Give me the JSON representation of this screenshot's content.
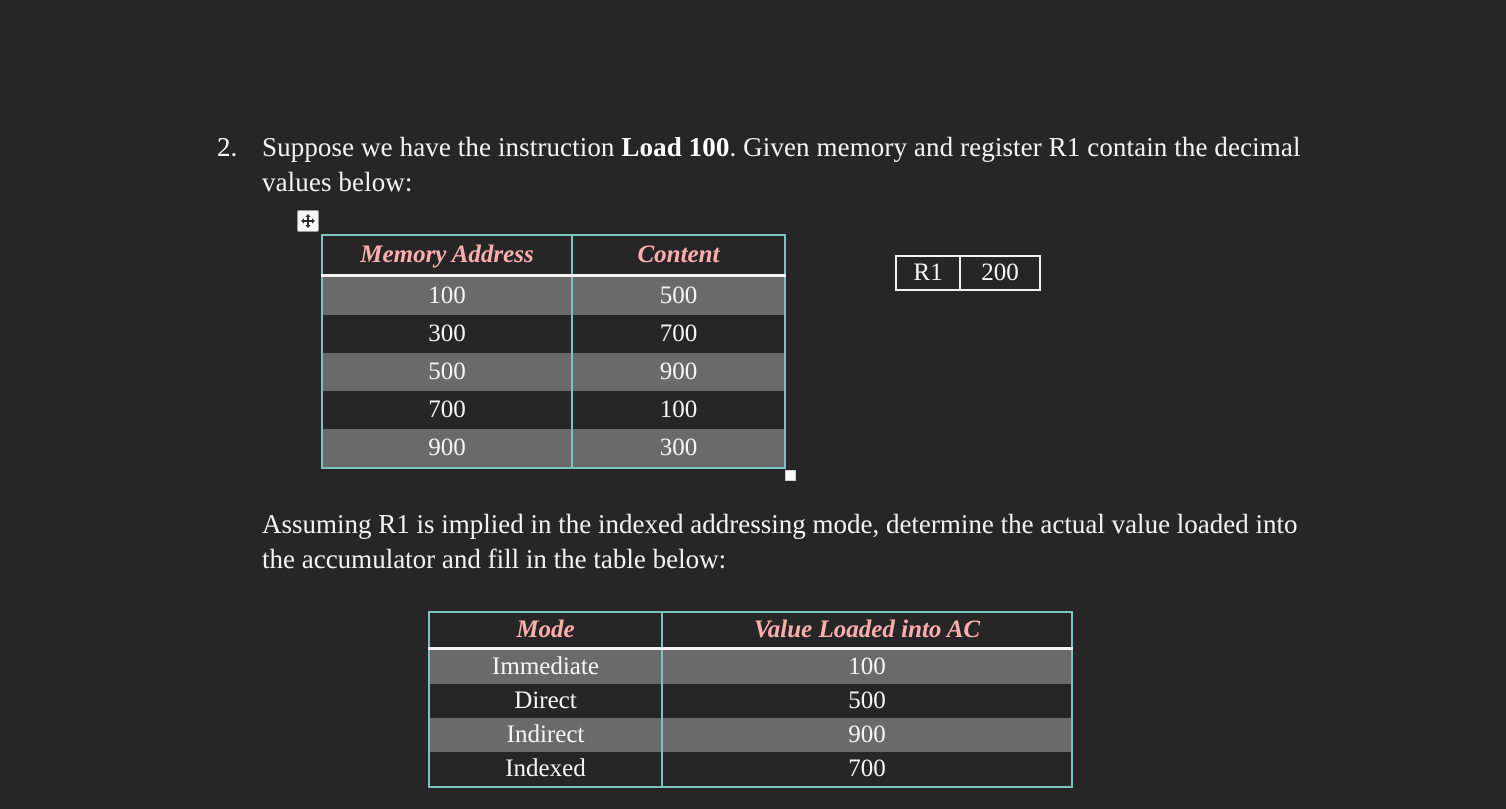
{
  "page": {
    "background_color": "#262626",
    "text_color": "#f2f2f2"
  },
  "question": {
    "number": "2.",
    "text_before_bold": "Suppose we have the instruction ",
    "bold_phrase": "Load 100",
    "text_after_bold": ". Given memory and register R1 contain the decimal values below:"
  },
  "paragraph2": {
    "text": "Assuming R1 is implied in the indexed addressing mode, determine the actual value loaded into the accumulator and fill in the table below:"
  },
  "memory_table": {
    "name": "Memory table",
    "border_color": "#79c4c0",
    "header_color": "#ffaeae",
    "stripe_colors": [
      "#6a6a6a",
      "#262626"
    ],
    "headers": [
      "Memory Address",
      "Content"
    ],
    "rows": [
      [
        "100",
        "500"
      ],
      [
        "300",
        "700"
      ],
      [
        "500",
        "900"
      ],
      [
        "700",
        "100"
      ],
      [
        "900",
        "300"
      ]
    ]
  },
  "register": {
    "name_label": "R1",
    "value": "200"
  },
  "mode_table": {
    "name": "Addressing mode result table",
    "border_color": "#79c4c0",
    "header_color": "#ffaeae",
    "stripe_colors": [
      "#6a6a6a",
      "#262626"
    ],
    "headers": [
      "Mode",
      "Value Loaded into AC"
    ],
    "rows": [
      [
        "Immediate",
        "100"
      ],
      [
        "Direct",
        "500"
      ],
      [
        "Indirect",
        "900"
      ],
      [
        "Indexed",
        "700"
      ]
    ]
  },
  "handles": {
    "move_icon": "move-4-way-arrow-icon",
    "resize_icon": "resize-corner-handle"
  }
}
